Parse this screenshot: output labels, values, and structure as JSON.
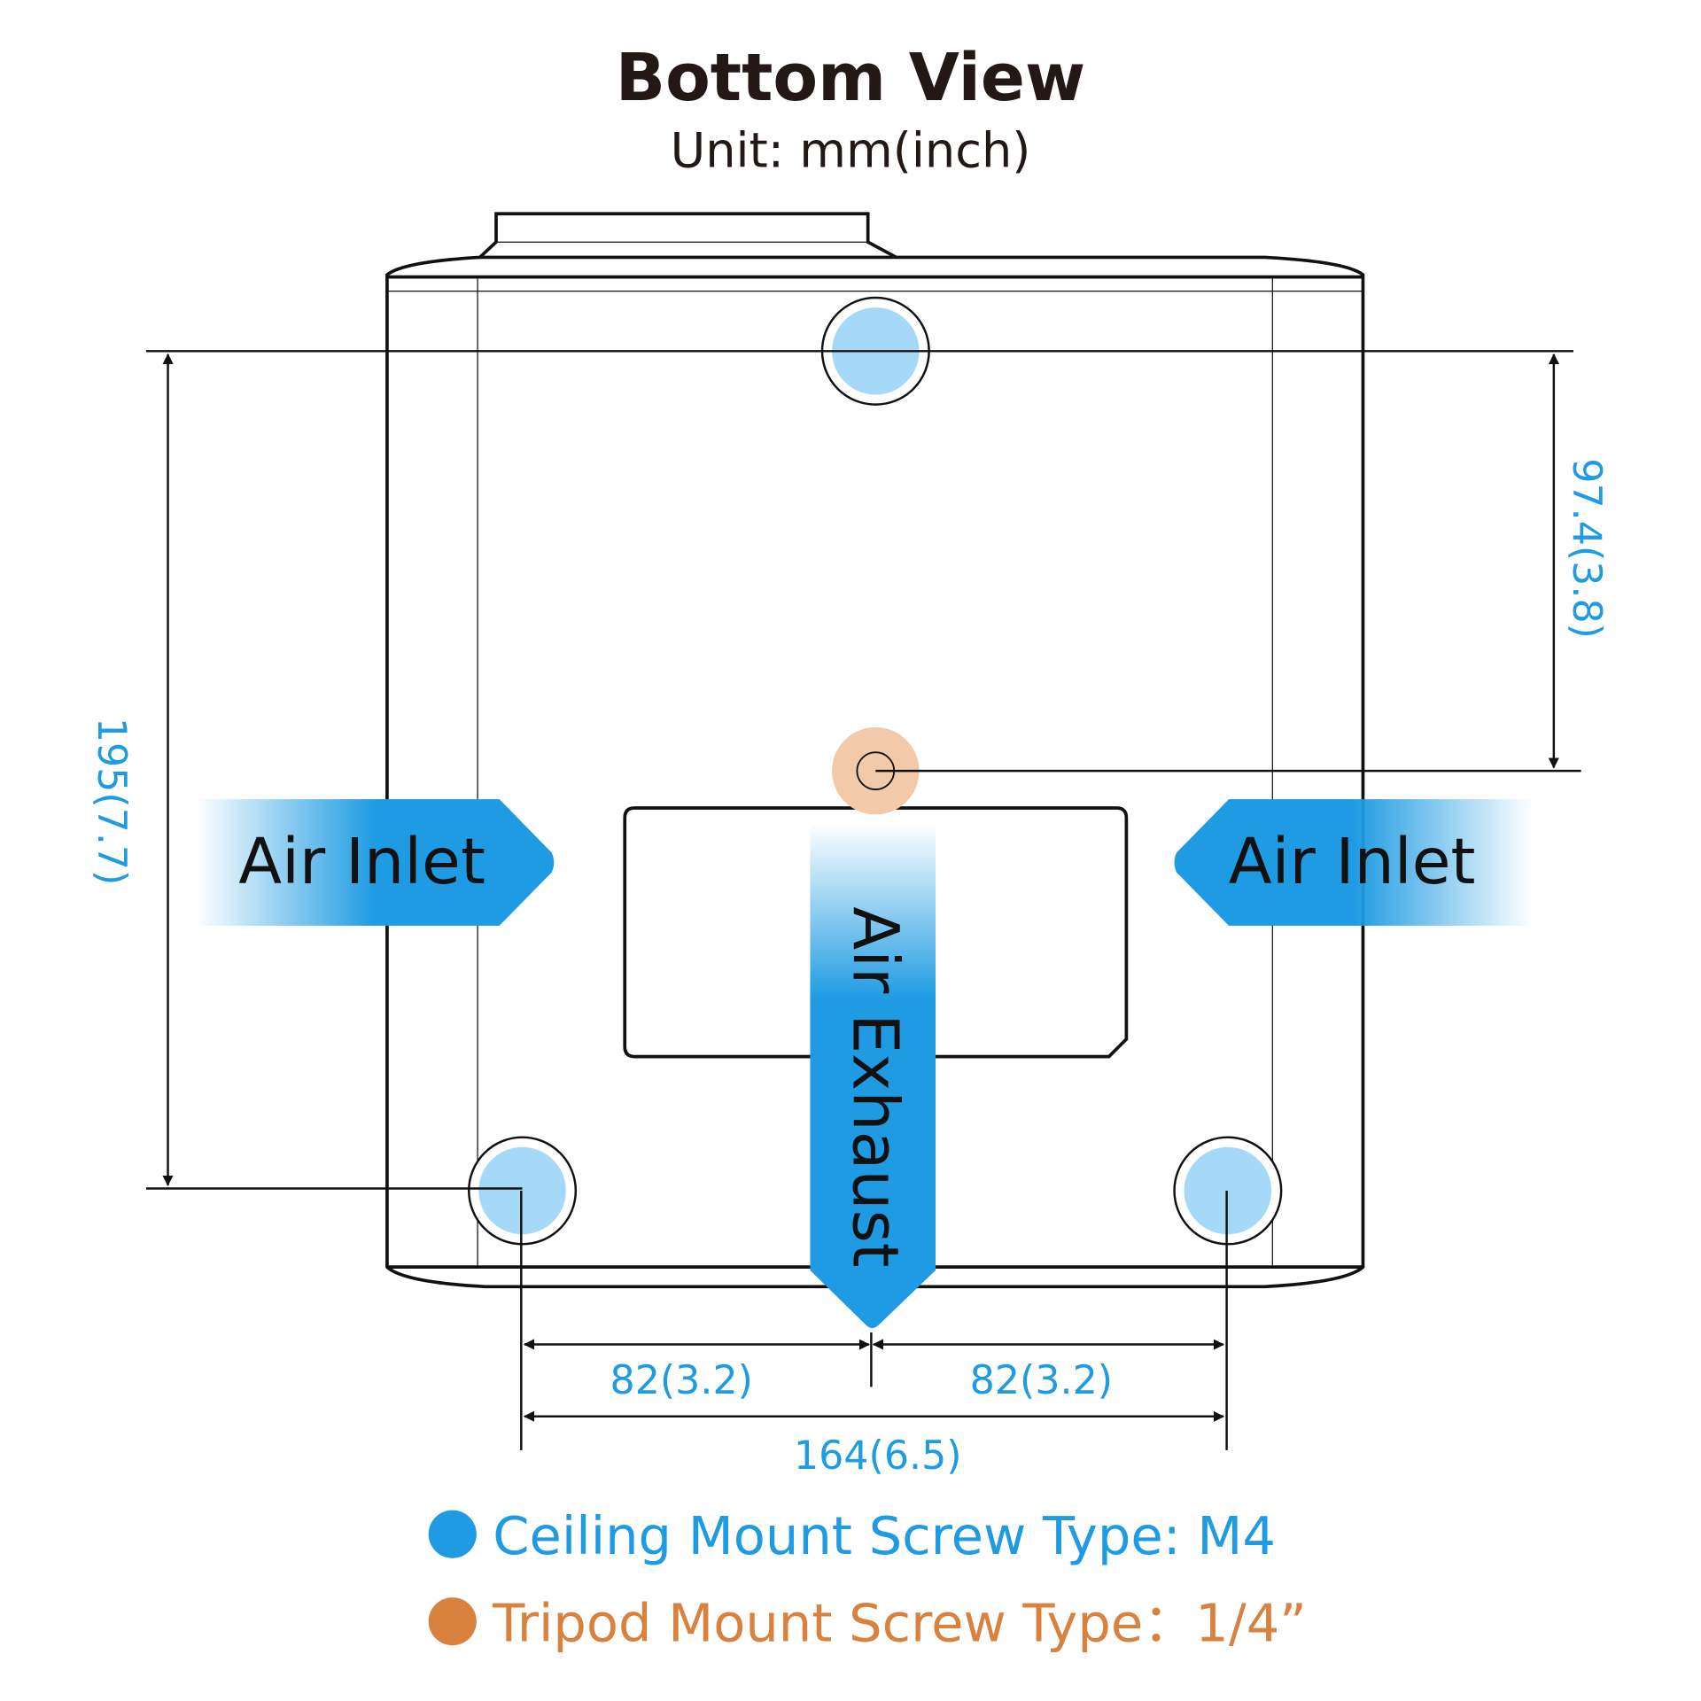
{
  "title": "Bottom View",
  "unit": "Unit: mm(inch)",
  "labels": {
    "air_inlet_left": "Air Inlet",
    "air_inlet_right": "Air Inlet",
    "air_exhaust": "Air Exhaust"
  },
  "dimensions": {
    "height_total": "195(7.7)",
    "tripod_offset": "97.4(3.8)",
    "half_left": "82(3.2)",
    "half_right": "82(3.2)",
    "width_total": "164(6.5)"
  },
  "legend": [
    {
      "text": "Ceiling Mount Screw Type: M4",
      "color": "#1e9be2"
    },
    {
      "text": "Tripod Mount Screw Type：1/4”",
      "color": "#d9823f"
    }
  ],
  "colors": {
    "blue": "#1e9be2",
    "light_blue": "#a6d8f7",
    "orange": "#d9823f",
    "peach": "#f2c9a9"
  }
}
